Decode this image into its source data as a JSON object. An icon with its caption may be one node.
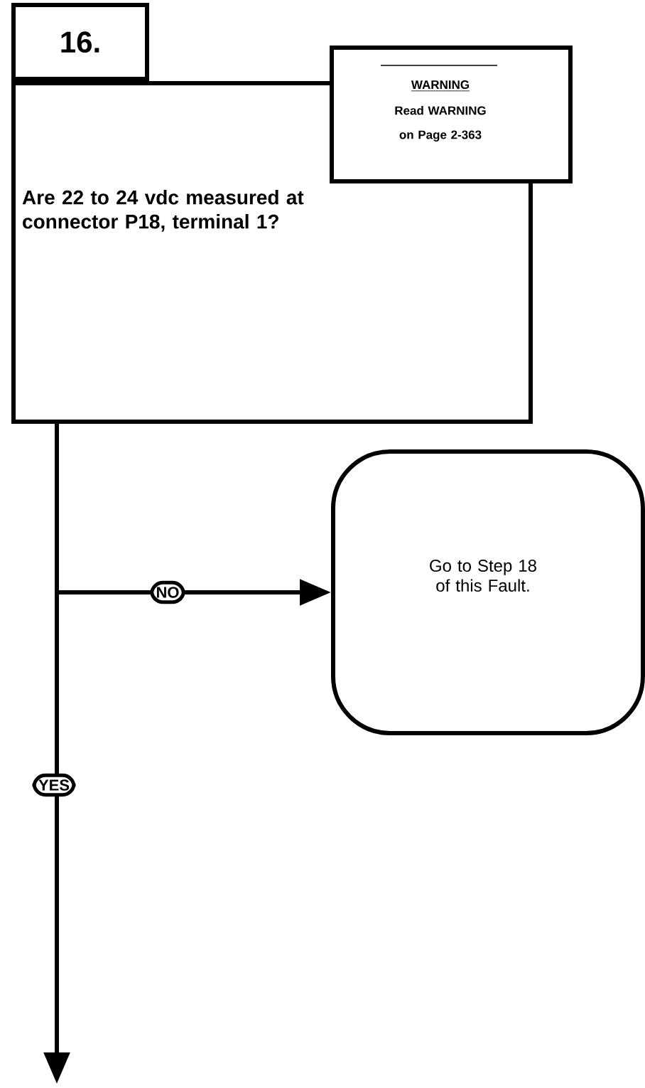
{
  "diagram": {
    "nodes": [
      {
        "text": [
          "16.",
          "Are 22 to 24 vdc measured at connector P18, terminal 1?"
        ]
      },
      {
        "text": [
          "WARNING",
          "Read WARNING on Page 2-363"
        ]
      },
      {
        "text": [
          "Go to Step 18 of this Fault."
        ]
      }
    ],
    "edges": [
      {
        "from": 0,
        "to": 2,
        "arrow": "to",
        "label": "NO"
      },
      {
        "from": 0,
        "to": null,
        "arrow": "to",
        "label": "YES"
      }
    ]
  }
}
